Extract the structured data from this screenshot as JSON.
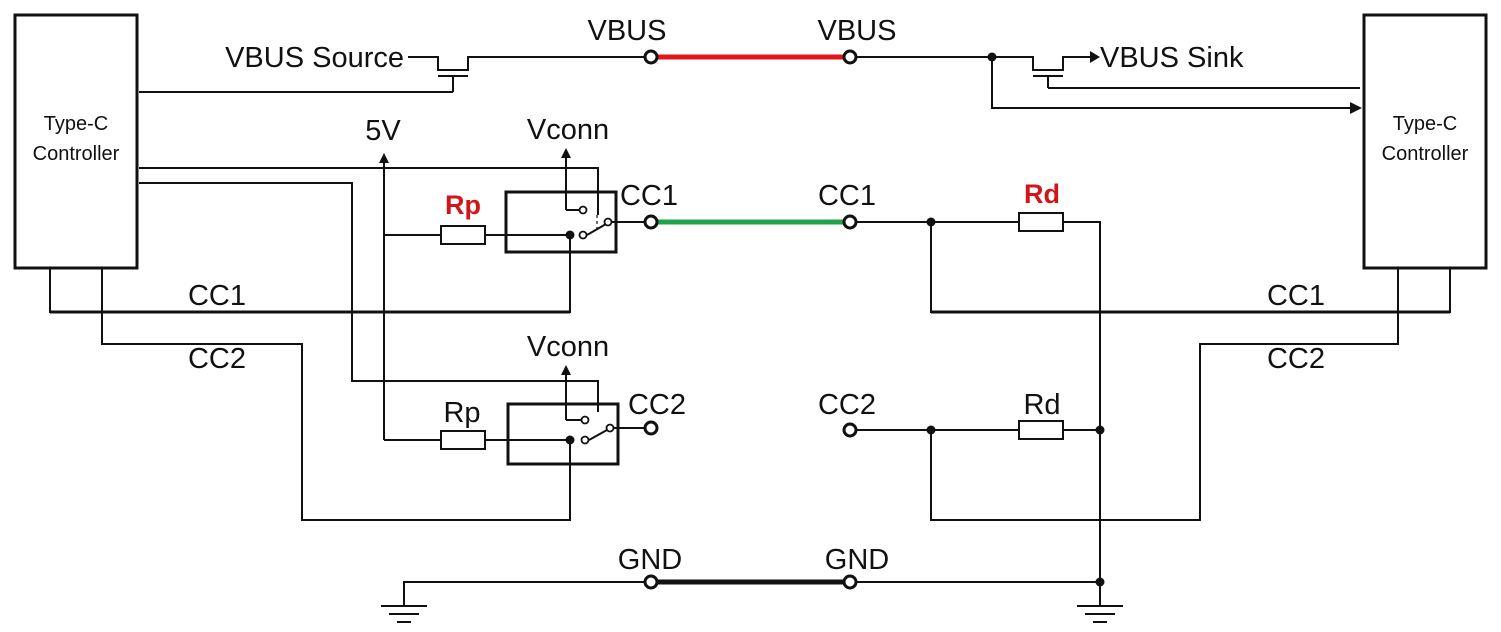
{
  "left_controller": {
    "line1": "Type-C",
    "line2": "Controller"
  },
  "right_controller": {
    "line1": "Type-C",
    "line2": "Controller"
  },
  "labels": {
    "vbus_source": "VBUS Source",
    "vbus_sink": "VBUS Sink",
    "vbus_left": "VBUS",
    "vbus_right": "VBUS",
    "five_v": "5V",
    "vconn_top": "Vconn",
    "vconn_bottom": "Vconn",
    "rp_top": "Rp",
    "rp_bottom": "Rp",
    "rd_top": "Rd",
    "rd_bottom": "Rd",
    "cc1_left_terminal": "CC1",
    "cc1_right_terminal": "CC1",
    "cc2_left_terminal": "CC2",
    "cc2_right_terminal": "CC2",
    "cc1_left_bus": "CC1",
    "cc2_left_bus": "CC2",
    "cc1_right_bus": "CC1",
    "cc2_right_bus": "CC2",
    "gnd_left": "GND",
    "gnd_right": "GND"
  },
  "colors": {
    "vbus_cable": "#e0161b",
    "cc1_cable": "#1fa24a",
    "gnd_cable": "#111111",
    "highlight_text": "#d0161b"
  }
}
